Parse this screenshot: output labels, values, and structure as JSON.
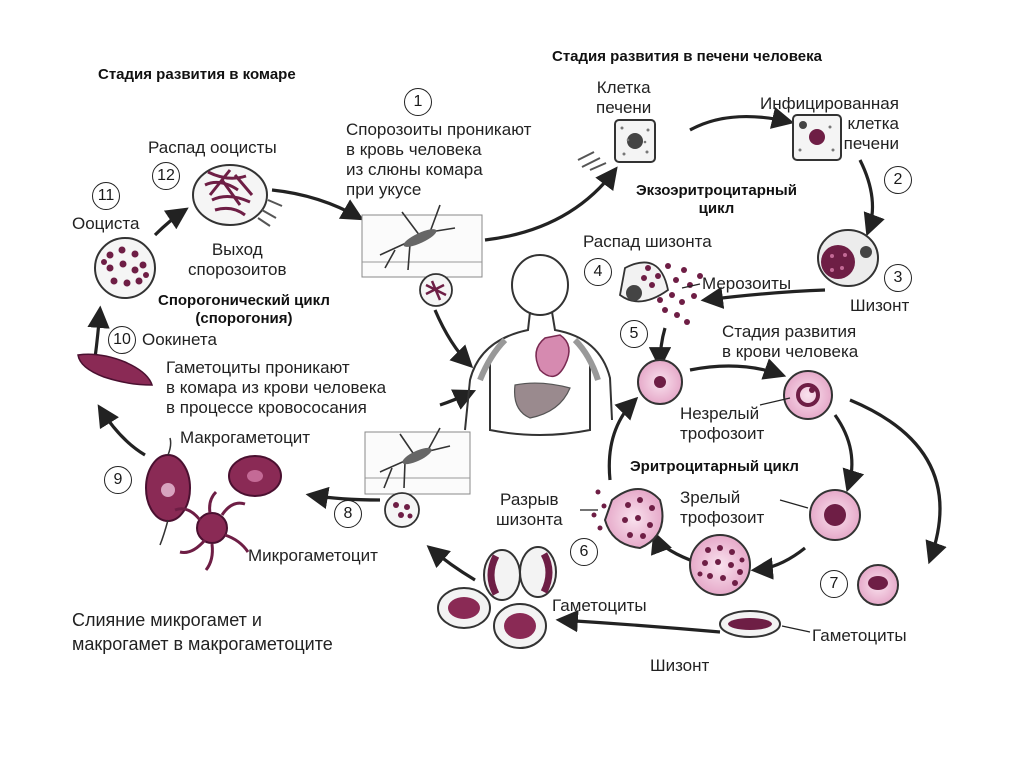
{
  "headings": {
    "mosquito_stage": "Стадия развития в комаре",
    "liver_stage": "Стадия развития в печени человека",
    "exo_cycle": "Экзоэритроцитарный\nцикл",
    "sporogonic_cycle": "Спорогонический цикл\n(спорогония)",
    "erythro_cycle": "Эритроцитарный цикл"
  },
  "labels": {
    "sporozoites_enter": "Спорозоиты проникают\nв кровь человека\nиз слюны комара\nпри укусе",
    "liver_cell": "Клетка\nпечени",
    "infected_cell": "Инфицированная\nклетка\nпечени",
    "oocyst_breakdown": "Распад ооцисты",
    "oocyst": "Ооциста",
    "sporozoite_exit": "Выход\nспорозоитов",
    "schizont_breakdown": "Распад шизонта",
    "merozoites": "Мерозоиты",
    "schizont_liver": "Шизонт",
    "blood_stage": "Стадия развития\nв крови человека",
    "ookinete": "Оокинета",
    "gametocytes_enter": "Гаметоциты проникают\nв комара из крови человека\nв процессе кровососания",
    "macrogametocyte": "Макрогаметоцит",
    "immature_trophozoite": "Незрелый\nтрофозоит",
    "mature_trophozoite": "Зрелый\nтрофозоит",
    "schizont_rupture": "Разрыв\nшизонта",
    "microgametocyte": "Микрогаметоцит",
    "gametocytes_left": "Гаметоциты",
    "gametocytes_right": "Гаметоциты",
    "schizont_blood": "Шизонт",
    "fusion": "Слияние микрогамет и\nмакрогамет в макрогаметоците"
  },
  "steps": [
    "1",
    "2",
    "3",
    "4",
    "5",
    "6",
    "7",
    "8",
    "9",
    "10",
    "11",
    "12"
  ],
  "colors": {
    "cell": "#f3cde0",
    "nucleus": "#6e1e45",
    "dark": "#8a2a55",
    "ink": "#222222"
  }
}
